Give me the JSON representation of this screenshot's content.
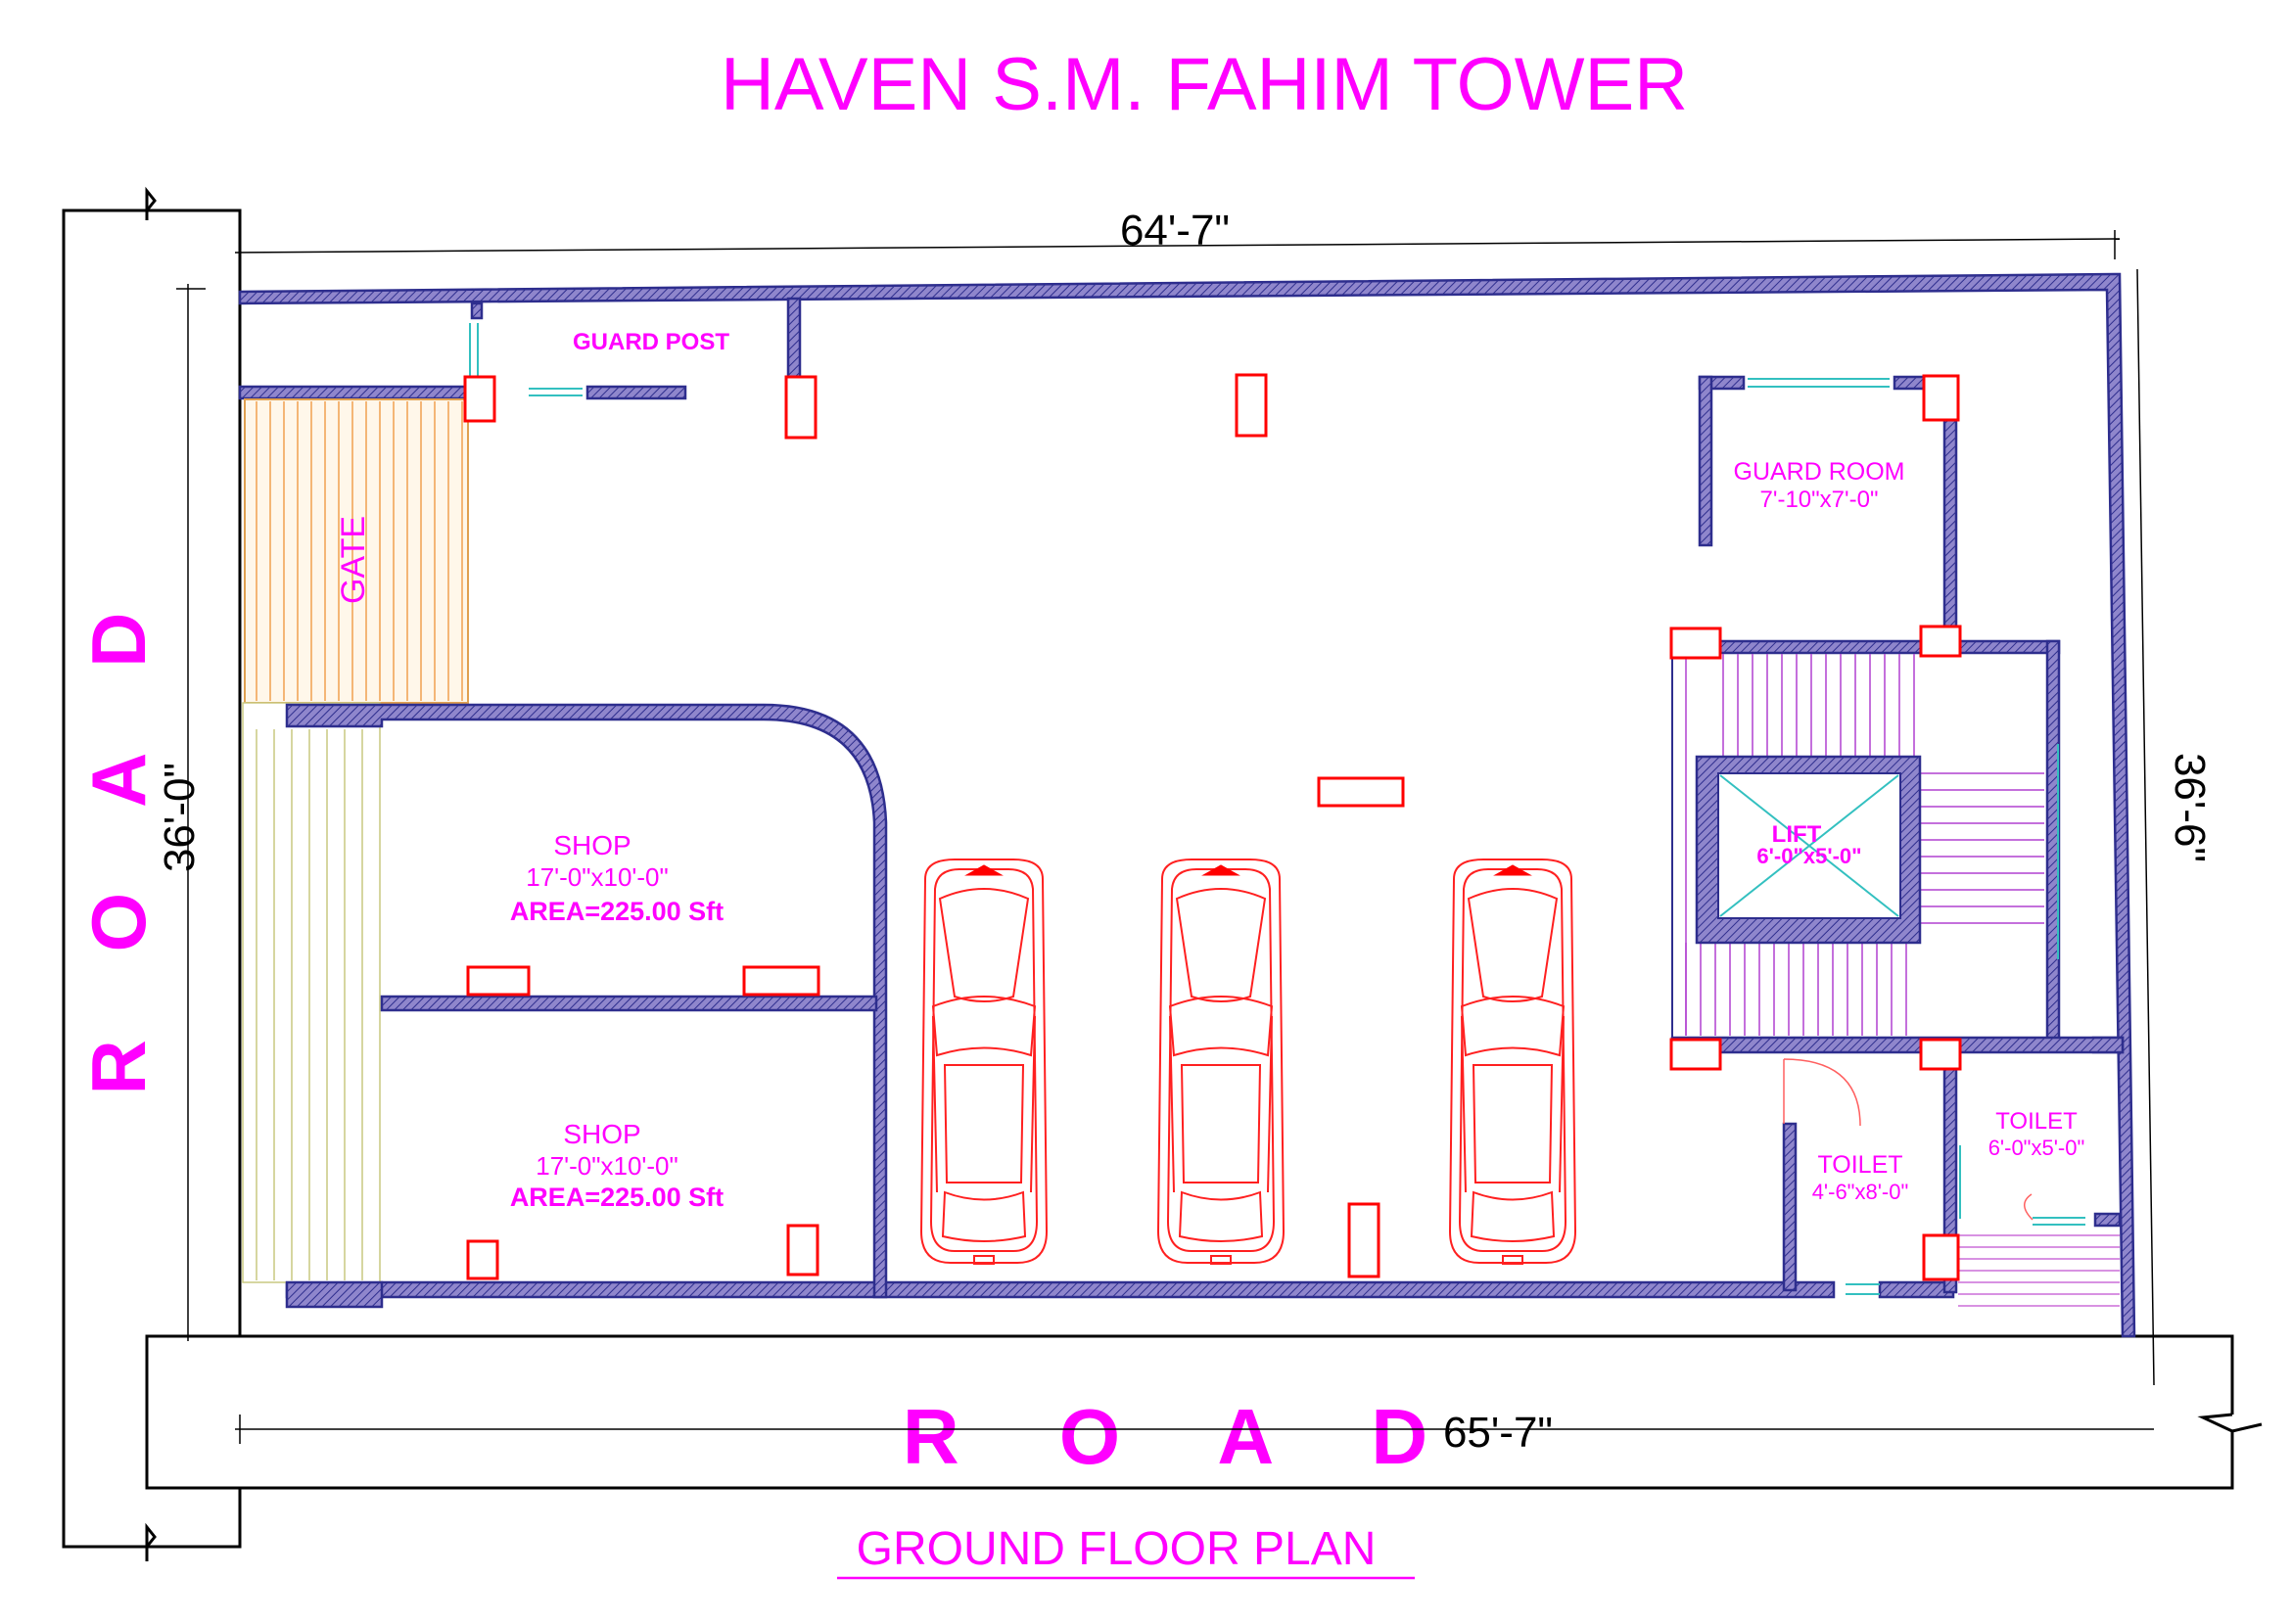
{
  "title": "HAVEN S.M.  FAHIM TOWER",
  "plan_title": "GROUND FLOOR PLAN",
  "road_left": "R O A D",
  "road_bottom": "R O A D",
  "dimensions": {
    "top": "64'-7\"",
    "bottom": "65'-7\"",
    "left": "36'-0\"",
    "right": "36'-6\""
  },
  "rooms": {
    "guard_post": "GUARD POST",
    "gate": "GATE",
    "guard_room": {
      "name": "GUARD ROOM",
      "size": "7'-10\"x7'-0\""
    },
    "shop1": {
      "name": "SHOP",
      "size": "17'-0\"x10'-0\"",
      "area": "AREA=225.00 Sft"
    },
    "shop2": {
      "name": "SHOP",
      "size": "17'-0\"x10'-0\"",
      "area": "AREA=225.00 Sft"
    },
    "lift": {
      "name": "LIFT",
      "size": "6'-0\"x5'-0\""
    },
    "toilet1": {
      "name": "TOILET",
      "size": "4'-6\"x8'-0\""
    },
    "toilet2": {
      "name": "TOILET",
      "size": "6'-0\"x5'-0\""
    }
  },
  "colors": {
    "label": "#ff00ff",
    "wall": "#2e2e8e",
    "column": "#ff0000"
  }
}
